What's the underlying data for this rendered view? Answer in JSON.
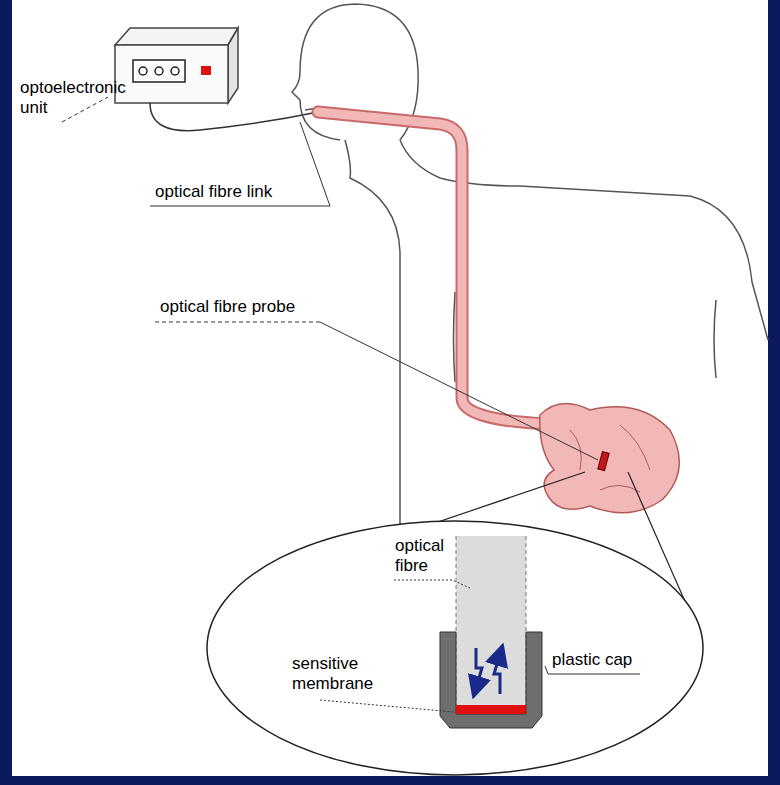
{
  "diagram": {
    "labels": [
      "optoelectronic unit",
      "optical fibre link",
      "optical fibre probe",
      "optical fibre",
      "sensitive membrane",
      "plastic cap"
    ]
  }
}
